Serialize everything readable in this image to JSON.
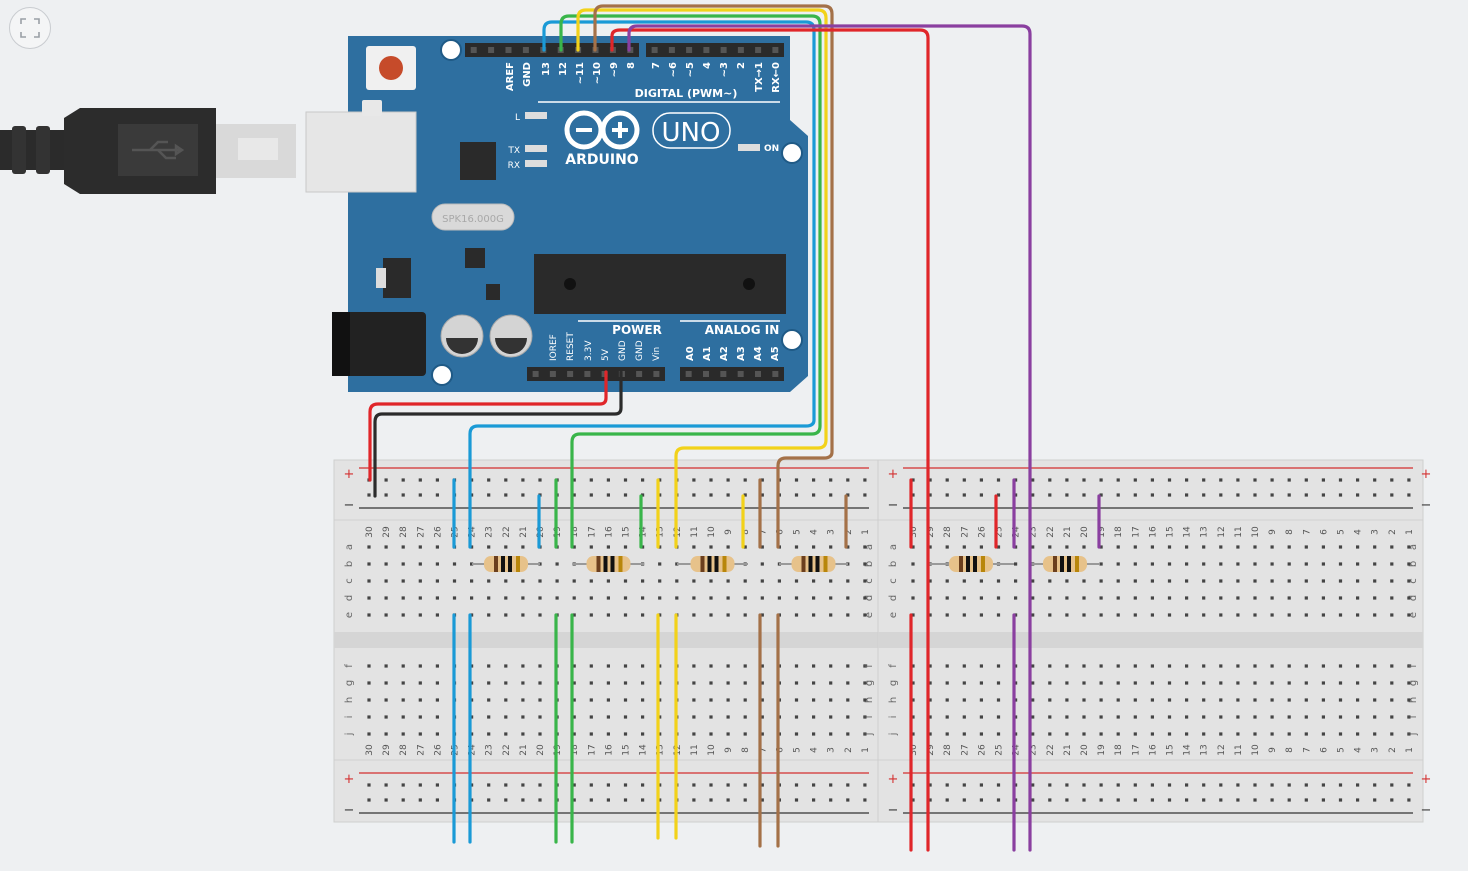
{
  "toolbar": {
    "fullscreen_icon": "fullscreen-icon"
  },
  "arduino": {
    "brand": "ARDUINO",
    "model": "UNO",
    "crystal": "SPK16.000G",
    "digital_label": "DIGITAL (PWM~)",
    "power_label": "POWER",
    "analog_label": "ANALOG IN",
    "on_label": "ON",
    "leds": [
      "L",
      "TX",
      "RX"
    ],
    "digital_pins": [
      "AREF",
      "GND",
      "13",
      "12",
      "~11",
      "~10",
      "~9",
      "8",
      "7",
      "~6",
      "~5",
      "4",
      "~3",
      "2",
      "TX→1",
      "RX←0"
    ],
    "power_pins": [
      "IOREF",
      "RESET",
      "3.3V",
      "5V",
      "GND",
      "GND",
      "Vin"
    ],
    "analog_pins": [
      "A0",
      "A1",
      "A2",
      "A3",
      "A4",
      "A5"
    ]
  },
  "breadboards": [
    {
      "columns": [
        "30",
        "29",
        "28",
        "27",
        "26",
        "25",
        "24",
        "23",
        "22",
        "21",
        "20",
        "19",
        "18",
        "17",
        "16",
        "15",
        "14",
        "13",
        "12",
        "11",
        "10",
        "9",
        "8",
        "7",
        "6",
        "5",
        "4",
        "3",
        "2",
        "1"
      ]
    },
    {
      "columns": [
        "30",
        "29",
        "28",
        "27",
        "26",
        "25",
        "24",
        "23",
        "22",
        "21",
        "20",
        "19",
        "18",
        "17",
        "16",
        "15",
        "14",
        "13",
        "12",
        "11",
        "10",
        "9",
        "8",
        "7",
        "6",
        "5",
        "4",
        "3",
        "2",
        "1"
      ]
    }
  ],
  "row_letters_top": [
    "a",
    "b",
    "c",
    "d",
    "e"
  ],
  "row_letters_bottom": [
    "f",
    "g",
    "h",
    "i",
    "j"
  ],
  "rail_plus": "+",
  "rail_minus": "−",
  "colors": {
    "board": "#2e6fa0",
    "wire_blue": "#1a9ad6",
    "wire_green": "#39b54a",
    "wire_yellow": "#f2d21a",
    "wire_brown": "#a47148",
    "wire_red": "#e0262a",
    "wire_purple": "#8a3fa0",
    "wire_black": "#2b2b2b"
  }
}
